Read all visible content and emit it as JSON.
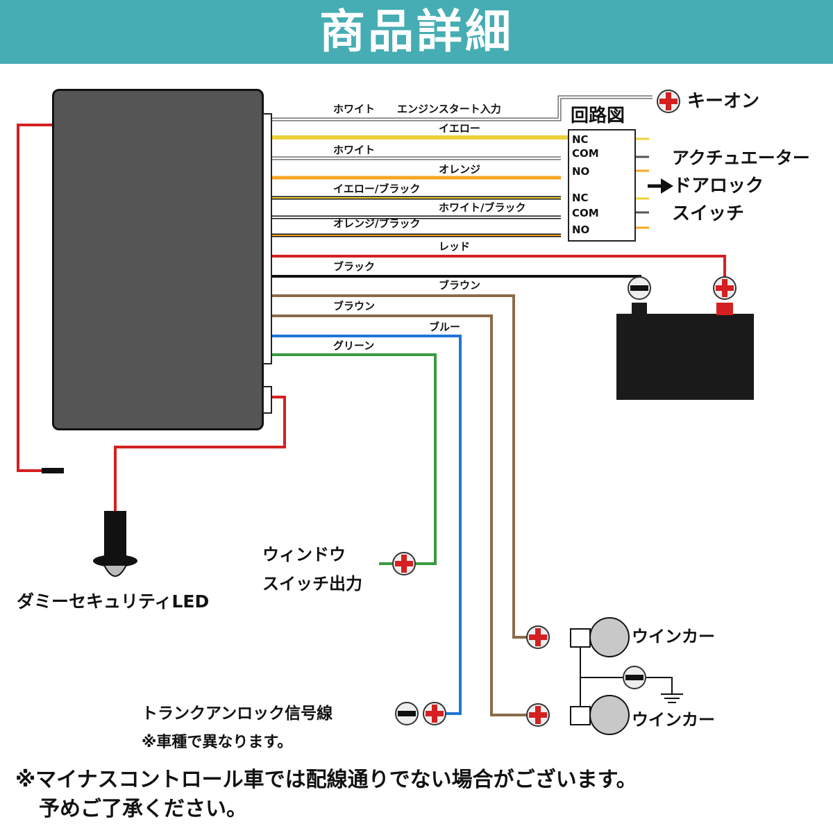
{
  "banner": {
    "title": "商品詳細",
    "color": "#45adb3"
  },
  "wires": {
    "white_engine": "ホワイト",
    "engine_start_input": "エンジンスタート入力",
    "yellow": "イエロー",
    "white": "ホワイト",
    "orange": "オレンジ",
    "yellow_black": "イエロー/ブラック",
    "white_black": "ホワイト/ブラック",
    "orange_black": "オレンジ/ブラック",
    "red": "レッド",
    "black": "ブラック",
    "brown1": "ブラウン",
    "brown2": "ブラウン",
    "blue": "ブルー",
    "green": "グリーン"
  },
  "circuit": {
    "title": "回路図",
    "nc1": "NC",
    "com1": "COM",
    "no1": "NO",
    "nc2": "NC",
    "com2": "COM",
    "no2": "NO"
  },
  "labels": {
    "key_on": "キーオン",
    "actuator_line1": "アクチュエーター",
    "actuator_line2": "ドアロック",
    "actuator_line3": "スイッチ",
    "window_line1": "ウィンドウ",
    "window_line2": "スイッチ出力",
    "dummy_led": "ダミーセキュリティLED",
    "turn_signal_1": "ウインカー",
    "turn_signal_2": "ウインカー",
    "trunk_unlock": "トランクアンロック信号線",
    "trunk_note": "※車種で異なります。"
  },
  "footer": {
    "line1": "※マイナスコントロール車では配線通りでない場合がございます。",
    "line2": "予めご了承ください。"
  },
  "colors": {
    "white_wire": "#d8d8d8",
    "yellow_wire": "#ecd23a",
    "orange_wire": "#f5a623",
    "red_wire": "#d42020",
    "black_wire": "#111111",
    "brown_wire": "#8b6b4a",
    "blue_wire": "#1e74d6",
    "green_wire": "#3a9a40"
  }
}
